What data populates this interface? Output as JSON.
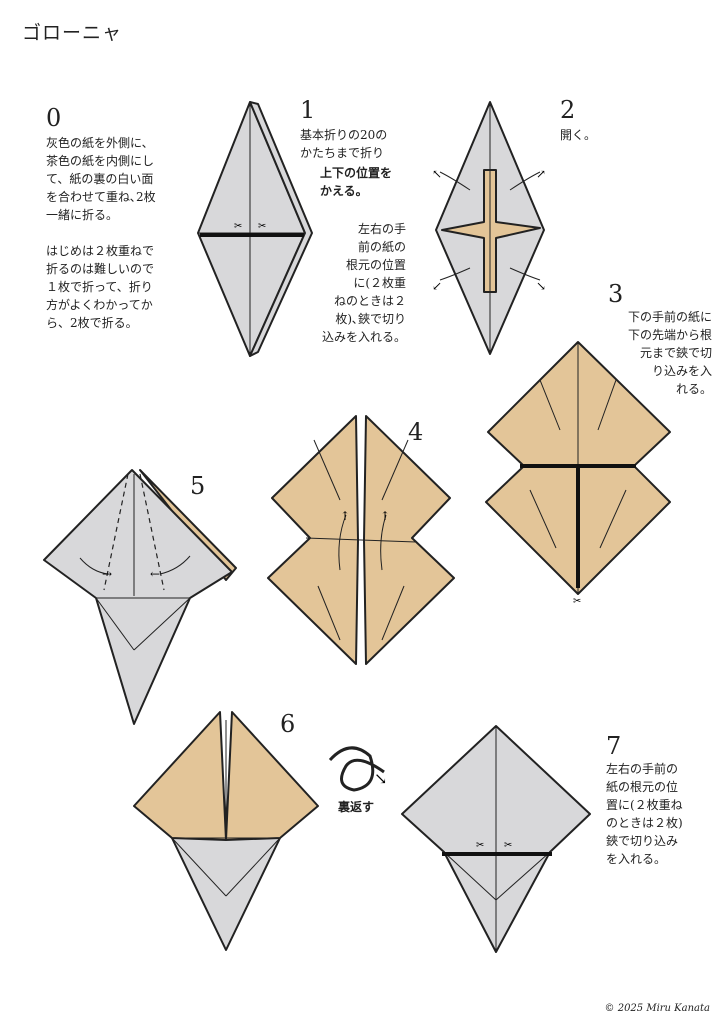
{
  "title": "ゴローニャ",
  "steps": [
    {
      "num": "0",
      "text": "灰色の紙を外側に、\n茶色の紙を内側にし\nて、紙の裏の白い面\nを合わせて重ね､2枚\n一緒に折る。\n\nはじめは２枚重ねで\n折るのは難しいので\n１枚で折って、折り\n方がよくわかってか\nら、2枚で折る。"
    },
    {
      "num": "1",
      "text": "基本折りの20の\nかたちまで折り",
      "bold": "上下の位置を\nかえる。",
      "text2": "左右の手\n前の紙の\n根元の位置\nに(２枚重\nねのときは２\n枚)､鋏で切り\n込みを入れる。"
    },
    {
      "num": "2",
      "text": "開く。"
    },
    {
      "num": "3",
      "text": "下の手前の紙に\n下の先端から根\n元まで鋏で切\nり込みを入\nれる。"
    },
    {
      "num": "4",
      "text": ""
    },
    {
      "num": "5",
      "text": ""
    },
    {
      "num": "6",
      "text": ""
    },
    {
      "num": "7",
      "text": "左右の手前の\n紙の根元の位\n置に(２枚重ね\nのときは２枚)\n鋏で切り込み\nを入れる。"
    }
  ],
  "flip_label": "裏返す",
  "copyright": "© 2025 Miru Kanata",
  "colors": {
    "gray": "#d8d8da",
    "tan": "#e3c598",
    "line": "#222222"
  },
  "icons": [
    "scissors-icon",
    "flip-arrow-icon",
    "open-arrow-icon",
    "fold-arrow-icon"
  ]
}
